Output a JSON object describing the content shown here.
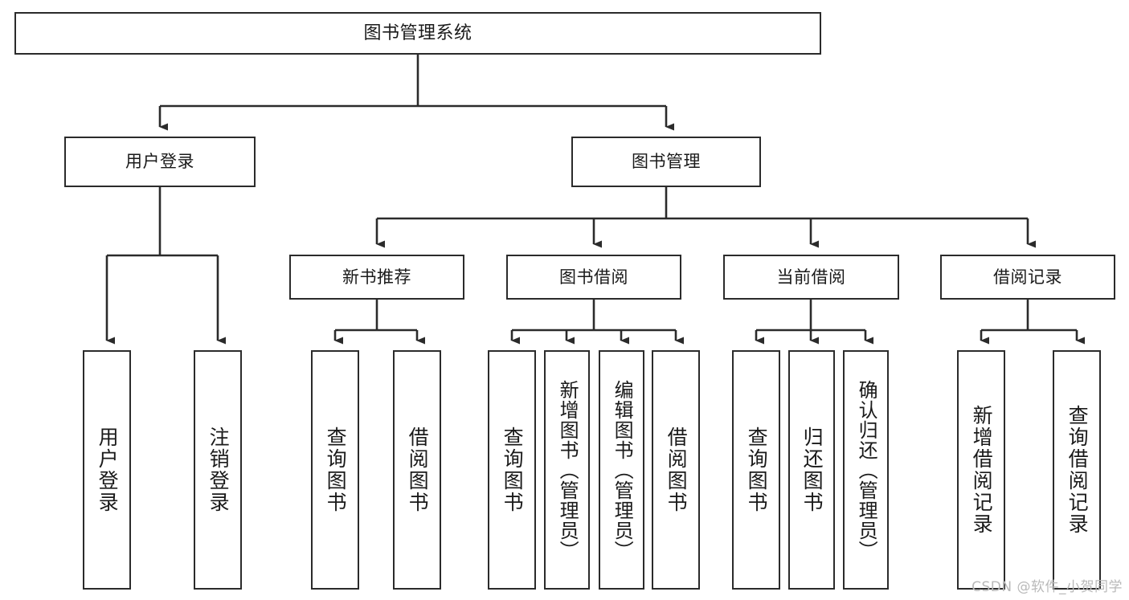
{
  "diagram": {
    "title": "图书管理系统",
    "watermark": "CSDN @软件_小贺同学",
    "colors": {
      "stroke": "#2b2b2b",
      "fill": "#ffffff",
      "text": "#1a1a1a",
      "watermark": "#b9b9b9"
    },
    "nodes": {
      "root": {
        "label": "图书管理系统"
      },
      "level2": {
        "user_login": {
          "label": "用户登录"
        },
        "book_manage": {
          "label": "图书管理"
        }
      },
      "level3": {
        "new_book_rec": {
          "label": "新书推荐"
        },
        "book_borrow": {
          "label": "图书借阅"
        },
        "current_borrow": {
          "label": "当前借阅"
        },
        "borrow_record": {
          "label": "借阅记录"
        }
      },
      "leaves": {
        "user_login_children": [
          {
            "label": "用户登录"
          },
          {
            "label": "注销登录"
          }
        ],
        "new_book_rec_children": [
          {
            "label": "查询图书"
          },
          {
            "label": "借阅图书"
          }
        ],
        "book_borrow_children": [
          {
            "label": "查询图书"
          },
          {
            "label": "新增图书（管理员）"
          },
          {
            "label": "编辑图书（管理员）"
          },
          {
            "label": "借阅图书"
          }
        ],
        "current_borrow_children": [
          {
            "label": "查询图书"
          },
          {
            "label": "归还图书"
          },
          {
            "label": "确认归还（管理员）"
          }
        ],
        "borrow_record_children": [
          {
            "label": "新增借阅记录"
          },
          {
            "label": "查询借阅记录"
          }
        ]
      }
    }
  }
}
